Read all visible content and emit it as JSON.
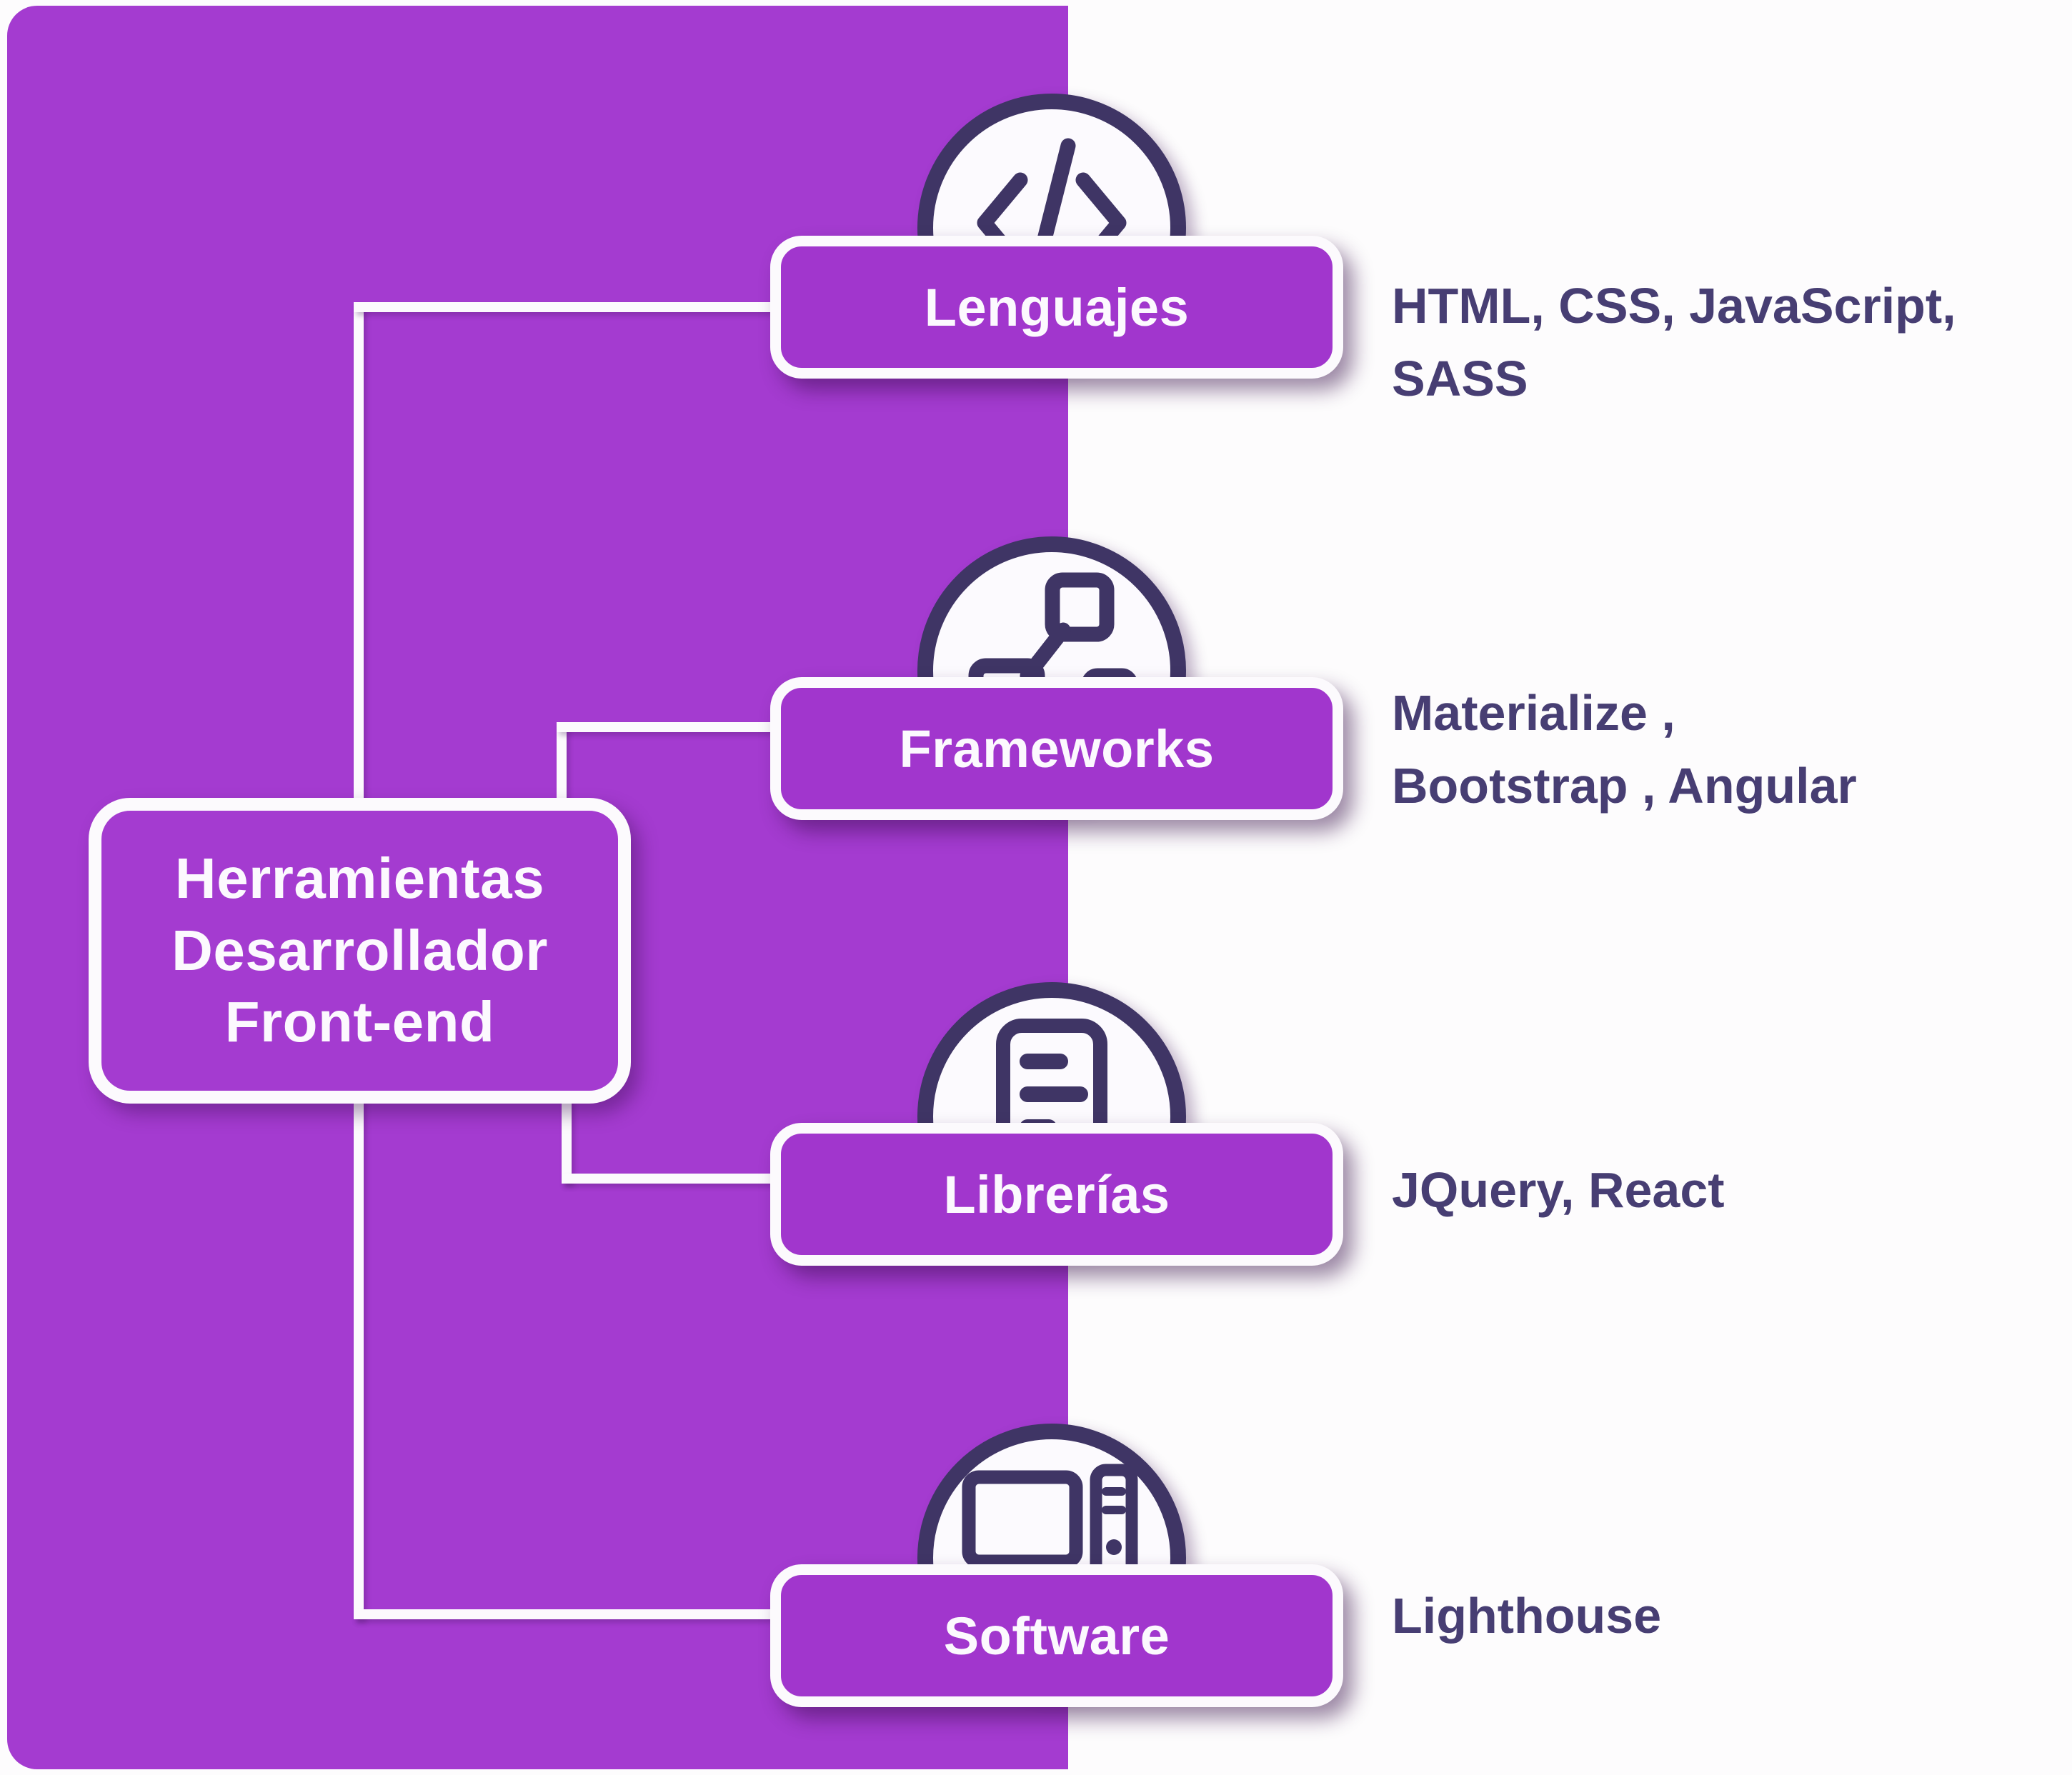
{
  "diagram": {
    "title_lines": [
      "Herramientas",
      "Desarrollador",
      "Front-end"
    ],
    "colors": {
      "panel_purple": "#A43BD0",
      "pill_purple": "#A136CD",
      "dark_indigo": "#3F3565",
      "side_text_indigo": "#473E73",
      "line_white": "#FCFAFD",
      "page_background": "#FDFCFD"
    },
    "branches": [
      {
        "id": "lenguajes",
        "label": "Lenguajes",
        "icon": "code-icon",
        "items_lines": [
          "HTML, CSS, JavaScript,",
          "SASS"
        ]
      },
      {
        "id": "frameworks",
        "label": "Frameworks",
        "icon": "nodes-icon",
        "items_lines": [
          "Materialize ,",
          "Bootstrap , Angular"
        ]
      },
      {
        "id": "librerias",
        "label": "Librerías",
        "icon": "document-list-icon",
        "items_lines": [
          "JQuery, React"
        ]
      },
      {
        "id": "software",
        "label": "Software",
        "icon": "computer-icon",
        "items_lines": [
          "Lighthouse"
        ]
      }
    ]
  }
}
